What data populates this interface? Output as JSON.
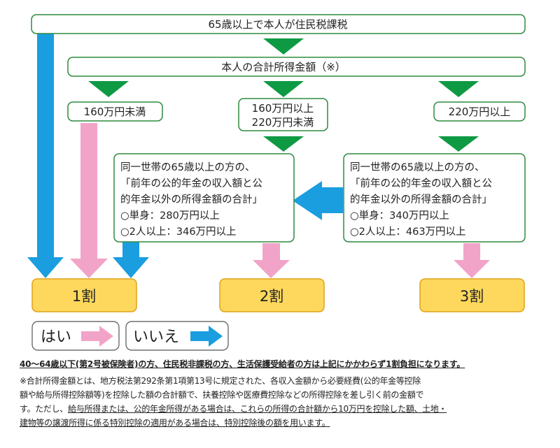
{
  "top_box": "65歳以上で本人が住民税課税",
  "income_box": "本人の合計所得金額（※）",
  "branches": {
    "low": "160万円未満",
    "mid_line1": "160万円以上",
    "mid_line2": "220万円未満",
    "high": "220万円以上"
  },
  "left_detail": {
    "line1": "同一世帯の65歳以上の方の、",
    "line2": "「前年の公的年金の収入額と公",
    "line3": "的年金以外の所得金額の合計」",
    "line4": "○単身：280万円以上",
    "line5": "○2人以上：346万円以上"
  },
  "right_detail": {
    "line1": "同一世帯の65歳以上の方の、",
    "line2": "「前年の公的年金の収入額と公",
    "line3": "的年金以外の所得金額の合計」",
    "line4": "○単身：340万円以上",
    "line5": "○2人以上：463万円以上"
  },
  "results": {
    "one": "1割",
    "two": "2割",
    "three": "3割"
  },
  "legend": {
    "yes": "はい",
    "no": "いいえ"
  },
  "colors": {
    "green": "#0e9a43",
    "blue": "#1a9ee0",
    "pink": "#f2a4c8",
    "result_fill": "#fdd85d",
    "result_border": "#e2a21a",
    "box_border": "#2e8b3f"
  },
  "notes": {
    "bold_note": "40〜64歳以下(第2号被保険者)の方、住民税非課税の方、生活保護受給者の方は上記にかかわらず1割負担になります。",
    "line1": "※合計所得金額とは、地方税法第292条第1項第13号に規定された、各収入金額から必要経費(公的年金等控除",
    "line2": "額や給与所得控除額等)を控除した額の合計額で、扶養控除や医療費控除などの所得控除を差し引く前の金額で",
    "line3_a": "す。ただし、",
    "line3_b": "給与所得または、公的年金所得がある場合は、これらの所得の合計額から10万円を控除した額、土地・",
    "line4": "建物等の譲渡所得に係る特別控除の適用がある場合は、特別控除後の額を用います。"
  }
}
